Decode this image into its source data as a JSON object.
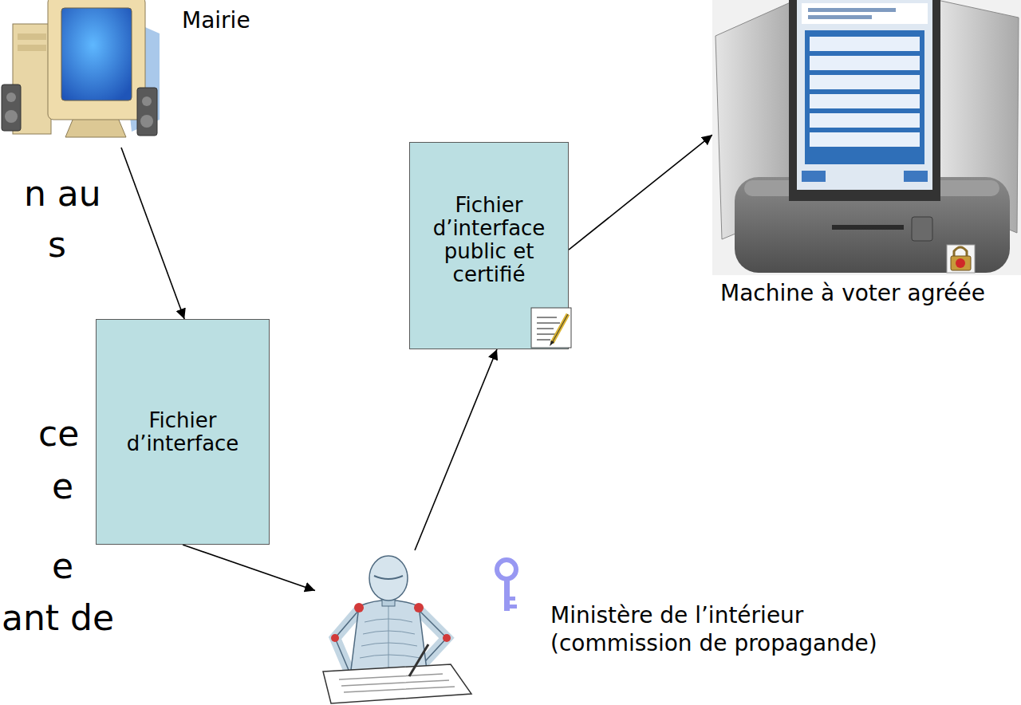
{
  "diagram": {
    "nodes": [
      {
        "text": [
          "Mairie"
        ]
      },
      {
        "text": [
          "Fichier d’interface"
        ]
      },
      {
        "text": [
          "Ministère de l’intérieur",
          "(commission de propagande)"
        ]
      },
      {
        "text": [
          "Fichier d’interface public et certifié"
        ]
      },
      {
        "text": [
          "Machine à voter agréée"
        ]
      }
    ],
    "edges": [
      {
        "from": 0,
        "to": 1,
        "arrow": "to"
      },
      {
        "from": 1,
        "to": 2,
        "arrow": "to"
      },
      {
        "from": 2,
        "to": 3,
        "arrow": "to"
      },
      {
        "from": 3,
        "to": 4,
        "arrow": "to"
      }
    ],
    "labels": [
      "n au",
      "s",
      "ce",
      "e",
      "e",
      "ant de"
    ]
  }
}
